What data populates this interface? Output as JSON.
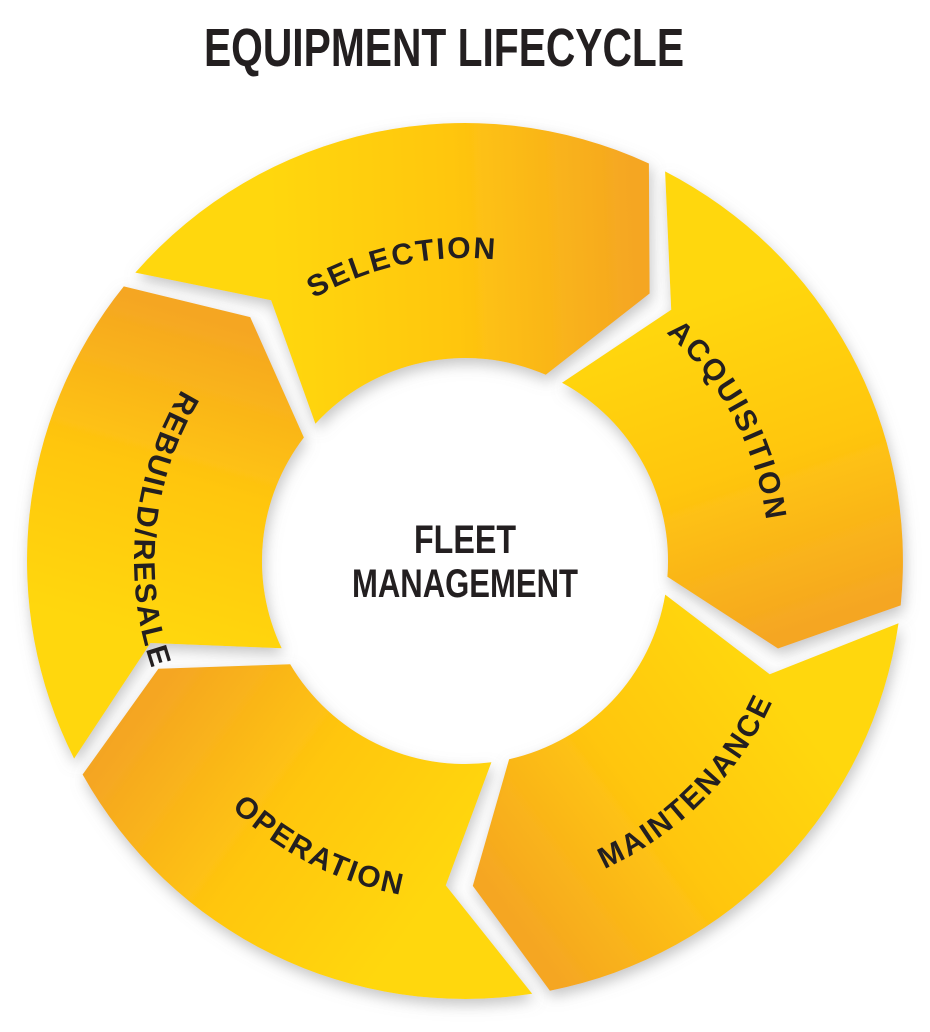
{
  "title": "EQUIPMENT LIFECYCLE",
  "hub": {
    "line1": "FLEET",
    "line2": "MANAGEMENT"
  },
  "cycle": {
    "type": "cycle-diagram",
    "direction": "clockwise",
    "segments": [
      {
        "label": "SELECTION",
        "start_angle": 310,
        "end_angle": 386
      },
      {
        "label": "ACQUISITION",
        "start_angle": 26,
        "end_angle": 97
      },
      {
        "label": "MAINTENANCE",
        "start_angle": 97,
        "end_angle": 170
      },
      {
        "label": "OPERATION",
        "start_angle": 170,
        "end_angle": 242
      },
      {
        "label": "REBUILD/RESALE",
        "start_angle": 242,
        "end_angle": 310
      }
    ]
  },
  "colors": {
    "segment_gradient_start": "#FFD70E",
    "segment_gradient_mid": "#FFC60F",
    "segment_gradient_end": "#F5A622",
    "label_text": "#231F20",
    "gap": "#FFFFFF",
    "background": "#FFFFFF"
  }
}
